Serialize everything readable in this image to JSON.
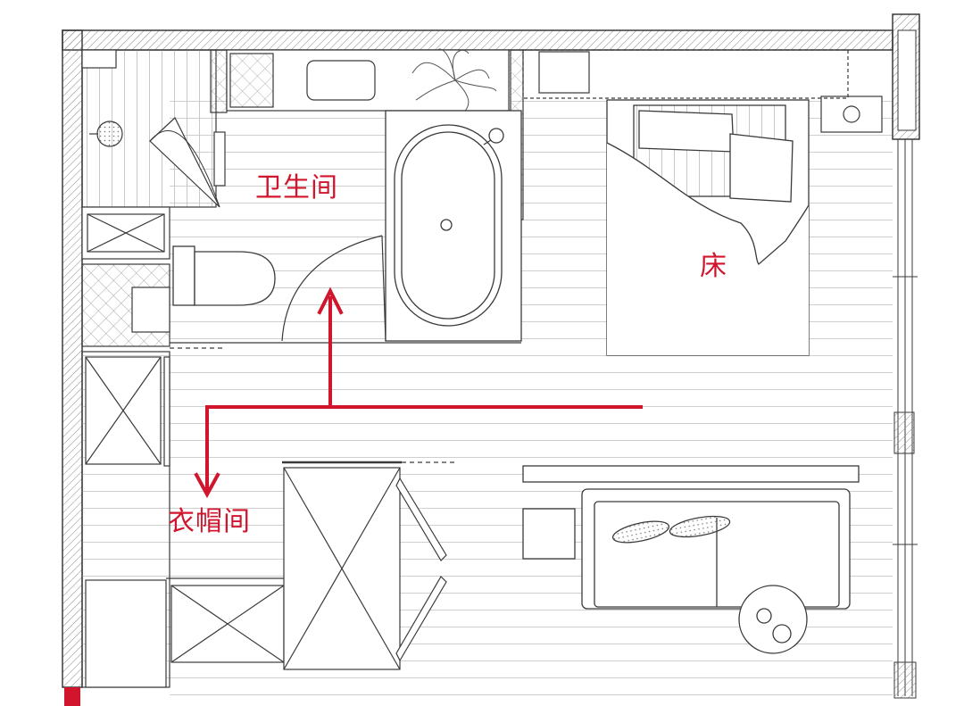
{
  "labels": {
    "bathroom": "卫生间",
    "bed": "床",
    "closet": "衣帽间"
  },
  "colors": {
    "accent": "#d0152c",
    "line": "#3a3a3a",
    "hatch": "#8a8a8a"
  }
}
